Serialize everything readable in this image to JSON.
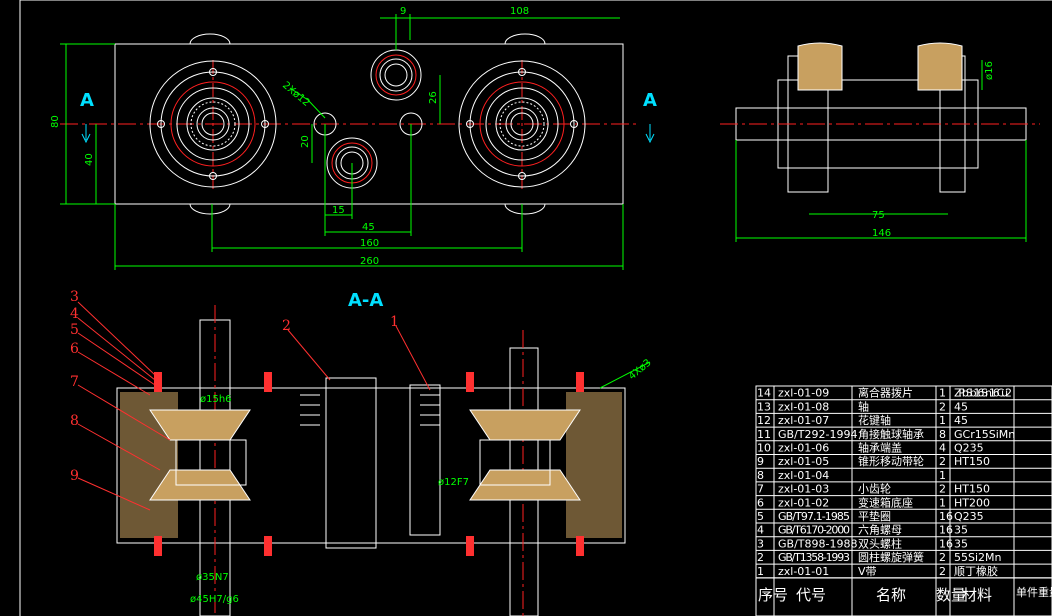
{
  "section_labels": {
    "a_left": "A",
    "a_right": "A",
    "section_title": "A-A"
  },
  "dimensions": {
    "d9": "9",
    "d108": "108",
    "d2x12": "2Xø12",
    "d80": "80",
    "d40": "40",
    "d26": "26",
    "d20": "20",
    "d15": "15",
    "d45": "45",
    "d160": "160",
    "d260": "260",
    "d16": "ø16",
    "d75": "75",
    "d146": "146",
    "fit_15h6": "ø15h6",
    "fit_12f7": "ø12F7",
    "fit_35n7": "ø35N7",
    "fit_45h7g6": "ø45H7/g6",
    "d4x83": "4Xø3"
  },
  "callouts": [
    "1",
    "2",
    "3",
    "4",
    "5",
    "6",
    "7",
    "8",
    "9"
  ],
  "bom": {
    "rows": [
      {
        "no": "14",
        "code": "zxl-01-09",
        "name": "离合器拨片",
        "qty": "1",
        "mat": "ZPbSb16Sn16Cu2"
      },
      {
        "no": "13",
        "code": "zxl-01-08",
        "name": "轴",
        "qty": "2",
        "mat": "45"
      },
      {
        "no": "12",
        "code": "zxl-01-07",
        "name": "花键轴",
        "qty": "1",
        "mat": "45"
      },
      {
        "no": "11",
        "code": "GB/T292-1994",
        "name": "角接触球轴承",
        "qty": "8",
        "mat": "GCr15SiMn"
      },
      {
        "no": "10",
        "code": "zxl-01-06",
        "name": "轴承端盖",
        "qty": "4",
        "mat": "Q235"
      },
      {
        "no": "9",
        "code": "zxl-01-05",
        "name": "锥形移动带轮",
        "qty": "2",
        "mat": "HT150"
      },
      {
        "no": "8",
        "code": "zxl-01-04",
        "name": "",
        "qty": "1",
        "mat": ""
      },
      {
        "no": "7",
        "code": "zxl-01-03",
        "name": "小齿轮",
        "qty": "2",
        "mat": "HT150"
      },
      {
        "no": "6",
        "code": "zxl-01-02",
        "name": "变速箱底座",
        "qty": "1",
        "mat": "HT200"
      },
      {
        "no": "5",
        "code": "GB/T97.1-1985",
        "name": "平垫圈",
        "qty": "16",
        "mat": "Q235"
      },
      {
        "no": "4",
        "code": "GB/T6170-2000",
        "name": "六角螺母",
        "qty": "16",
        "mat": "35"
      },
      {
        "no": "3",
        "code": "GB/T898-1988",
        "name": "双头螺柱",
        "qty": "16",
        "mat": "35"
      },
      {
        "no": "2",
        "code": "GB/T1358-1993",
        "name": "圆柱螺旋弹簧",
        "qty": "2",
        "mat": "55Si2Mn"
      },
      {
        "no": "1",
        "code": "zxl-01-01",
        "name": "V带",
        "qty": "2",
        "mat": "顺丁橡胶"
      }
    ],
    "header": {
      "no": "序号",
      "code": "代号",
      "name": "名称",
      "qty": "数量",
      "mat": "材料",
      "extra": "单件重量"
    }
  },
  "colors": {
    "outline": "#ffffff",
    "dimension": "#00ff00",
    "centerline": "#ff2020",
    "section": "#00e0ff",
    "hatch": "#c8a060",
    "bolt": "#ff3030"
  }
}
